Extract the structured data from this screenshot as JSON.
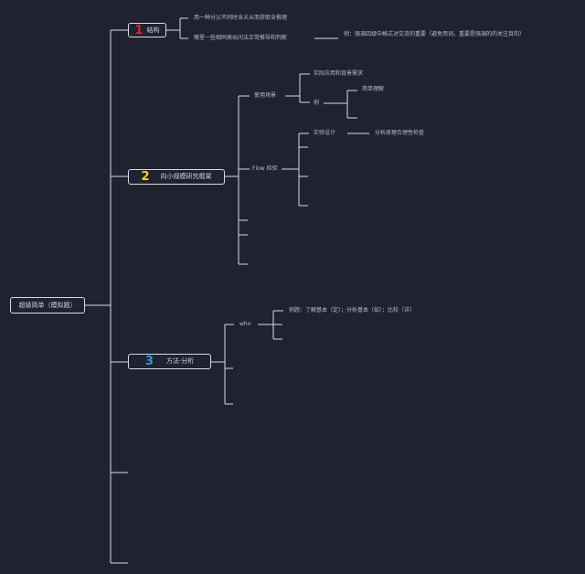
{
  "root": {
    "label": "超级简单（模拟题）"
  },
  "branches": [
    {
      "number": "1",
      "label": "结构",
      "children": [
        "用一种分父不同时含义从而获取含推理",
        "哪里一些相同类似问法正常推导和判断"
      ],
      "note": "例：强调四级中格式对交流的重要（避免用词，重要是强调的的关注目的）"
    },
    {
      "number": "2",
      "label": "向小规模研究框架",
      "children": [
        {
          "label": "使用场景",
          "items": [
            "实际应用和背景需求",
            "例"
          ],
          "sub_items": [
            "简单理解"
          ]
        },
        {
          "label": "Flow 检验",
          "items": [
            "实验设计"
          ],
          "note": "分析原理合理性检查"
        }
      ]
    },
    {
      "number": "3",
      "label": "方法·分析",
      "children": [
        {
          "label": "who",
          "items": [
            "例题：了解基本（定）；分析基本（如）；比较（详）"
          ]
        }
      ]
    }
  ]
}
